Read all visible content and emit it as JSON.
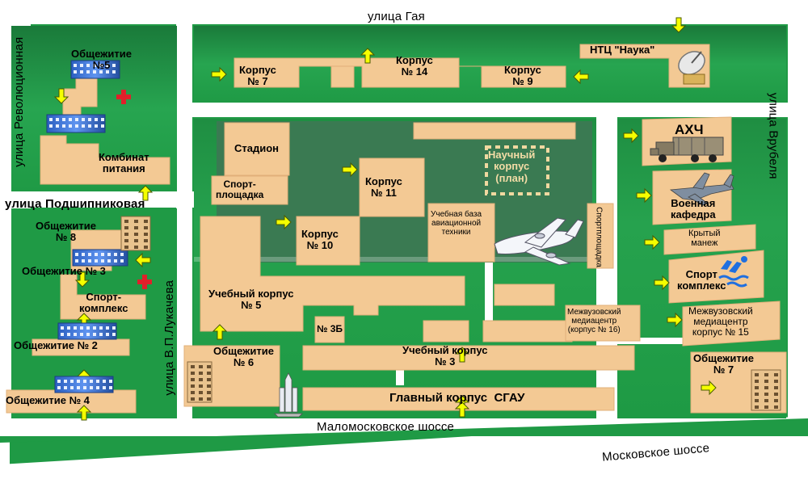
{
  "streets": {
    "gaya": "улица Гая",
    "revolyutsionnaya": "улица Революционная",
    "podshipnikovaya": "улица Подшипниковая",
    "lukacheva": "улица В.П.Лукачева",
    "vrubelya": "улица Врубеля",
    "malomoskovskoe": "Маломосковское шоссе",
    "moskovskoe": "Московское шоссе"
  },
  "buildings": {
    "obsh5": "Общежитие\n№5",
    "kombinat": "Комбинат\nпитания",
    "obsh8": "Общежитие\n№ 8",
    "obsh3": "Общежитие № 3",
    "sport_left": "Спорт-\nкомплекс",
    "obsh2": "Общежитие № 2",
    "obsh4": "Общежитие № 4",
    "k7": "Корпус\n№ 7",
    "k14": "Корпус\n№ 14",
    "k9": "Корпус\n№ 9",
    "ntc": "НТЦ \"Наука\"",
    "stadion": "Стадион",
    "sportploshch": "Спорт-\nплощадка",
    "nauchny": "Научный\nкорпус\n(план)",
    "k11": "Корпус\n№ 11",
    "k10": "Корпус\n№ 10",
    "ucheb_baza": "Учебная база\nавиационной\nтехники",
    "sportploshch_v": "Спортплощадка",
    "uk5": "Учебный корпус\n№ 5",
    "n3b": "№ 3Б",
    "mediacenter16": "Межвузовский\nмедиацентр\n(корпус № 16)",
    "obsh6": "Общежитие\n№ 6",
    "uk3": "Учебный корпус\n№ 3",
    "glavny": "Главный корпус  СГАУ",
    "ahch": "АХЧ",
    "voennaya": "Военная\nкафедра",
    "manezh": "Крытый\nманеж",
    "sport_right": "Спорт\nкомплекс",
    "mediacenter15": "Межвузовский\nмедиацентр\nкорпус № 15",
    "obsh7": "Общежитие\n№ 7"
  },
  "colors": {
    "green": "#1f9a45",
    "green_dark": "#3a6f4a",
    "road": "#ffffff",
    "building": "#f3c994",
    "building_border": "#e8b87a",
    "arrow": "#f5ff00",
    "arrow_stroke": "#5a6a00",
    "dorm_blue": "#3f78d8",
    "cross_red": "#e0202a"
  },
  "icons": [
    "arrow-icon",
    "dorm-icon",
    "medical-cross-icon",
    "satellite-dish-icon",
    "truck-icon",
    "fighter-jet-icon",
    "airplane-icon",
    "rocket-icon",
    "swimmer-icon"
  ]
}
